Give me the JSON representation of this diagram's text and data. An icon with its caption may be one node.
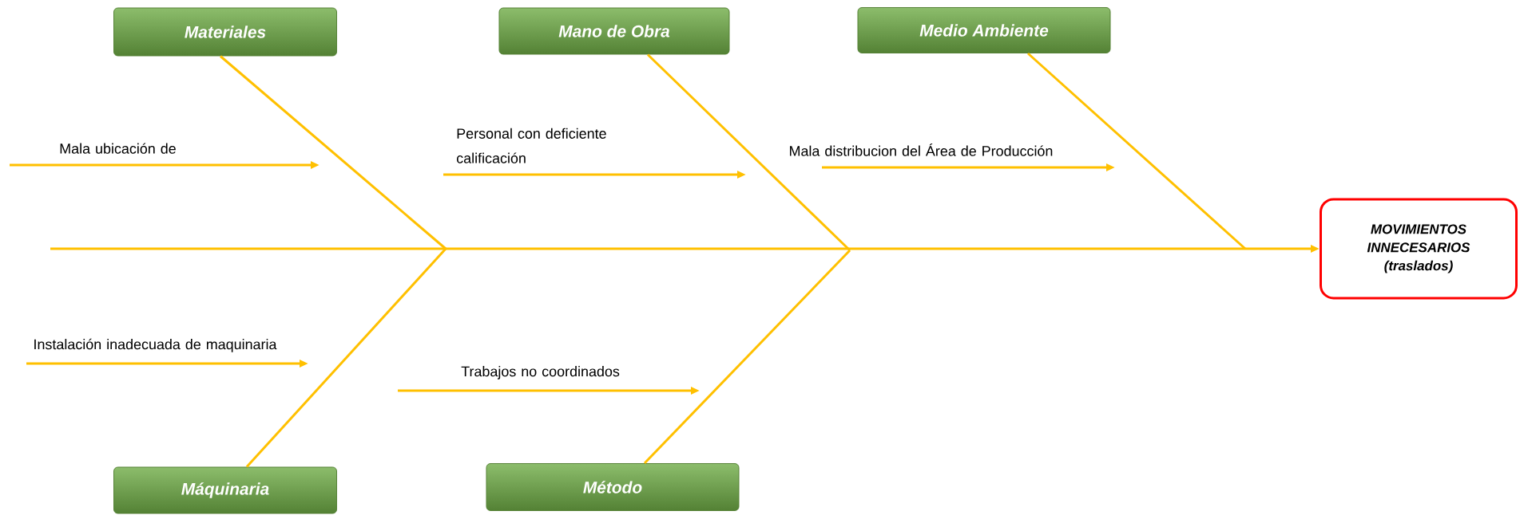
{
  "diagram": {
    "nodes": [
      {
        "text": [
          "Materiales"
        ]
      },
      {
        "text": [
          "Mano de Obra"
        ]
      },
      {
        "text": [
          "Medio Ambiente"
        ]
      },
      {
        "text": [
          "Máquinaria"
        ]
      },
      {
        "text": [
          "Método"
        ]
      },
      {
        "text": [
          "MOVIMIENTOS INNECESARIOS (traslados)"
        ]
      },
      {
        "text": [
          "Mala ubicación de"
        ]
      },
      {
        "text": [
          "Personal con deficiente calificación"
        ]
      },
      {
        "text": [
          "Mala distribucion del Área de Producción"
        ]
      },
      {
        "text": [
          "Instalación inadecuada de maquinaria"
        ]
      },
      {
        "text": [
          "Trabajos no coordinados"
        ]
      }
    ],
    "edges": [
      {
        "from": null,
        "to": 5,
        "arrow": "to"
      },
      {
        "from": 0,
        "to": null,
        "arrow": "none"
      },
      {
        "from": 3,
        "to": null,
        "arrow": "none"
      },
      {
        "from": 1,
        "to": null,
        "arrow": "none"
      },
      {
        "from": 4,
        "to": null,
        "arrow": "none"
      },
      {
        "from": 2,
        "to": null,
        "arrow": "none"
      },
      {
        "from": 6,
        "to": null,
        "arrow": "to"
      },
      {
        "from": 7,
        "to": null,
        "arrow": "to"
      },
      {
        "from": 8,
        "to": null,
        "arrow": "to"
      },
      {
        "from": 9,
        "to": null,
        "arrow": "to"
      },
      {
        "from": 10,
        "to": null,
        "arrow": "to"
      }
    ]
  }
}
